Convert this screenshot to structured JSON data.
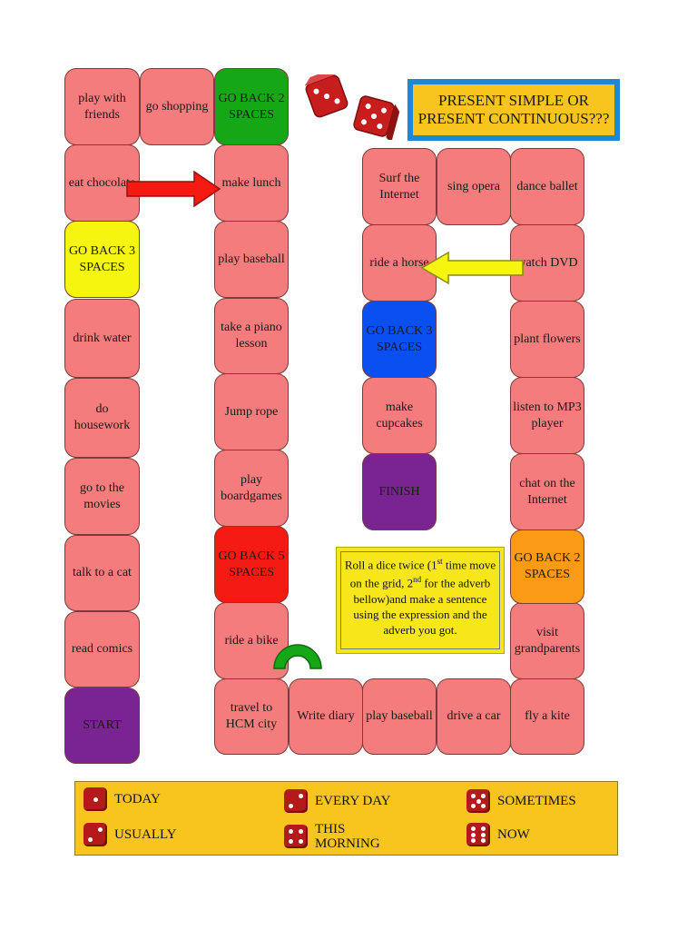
{
  "title": "PRESENT SIMPLE OR PRESENT CONTINUOUS???",
  "instructions": {
    "part1": "Roll a dice twice (1",
    "sup1": "st",
    "part2": " time move on the grid, 2",
    "sup2": "nd",
    "part3": " for the adverb bellow)and make a sentence using the expression and the adverb you got."
  },
  "squares": {
    "play_with_friends": "play with friends",
    "go_shopping": "go shopping",
    "go_back_2_top": "GO BACK 2 SPACES",
    "eat_chocolate": "eat chocolate",
    "make_lunch": "make lunch",
    "go_back_3_yellow": "GO BACK 3 SPACES",
    "play_baseball_1": "play baseball",
    "drink_water": "drink water",
    "take_piano_lesson": "take a piano lesson",
    "do_housework": "do housework",
    "jump_rope": "Jump rope",
    "go_to_movies": "go to the movies",
    "play_boardgames": "play boardgames",
    "talk_to_cat": "talk to a cat",
    "go_back_5": "GO BACK 5 SPACES",
    "read_comics": "read comics",
    "ride_bike": "ride a bike",
    "start": "START",
    "travel_hcm": "travel to HCM city",
    "write_diary": "Write diary",
    "play_baseball_2": "play baseball",
    "drive_car": "drive a car",
    "fly_kite": "fly a kite",
    "visit_grandparents": "visit grandparents",
    "go_back_2_orange": "GO BACK 2 SPACES",
    "chat_internet": "chat on the Internet",
    "listen_mp3": "listen to MP3 player",
    "plant_flowers": "plant flowers",
    "watch_dvd": "watch DVD",
    "dance_ballet": "dance ballet",
    "sing_opera": "sing opera",
    "surf_internet": "Surf the Internet",
    "ride_horse": "ride a horse",
    "go_back_3_blue": "GO BACK 3 SPACES",
    "make_cupcakes": "make cupcakes",
    "finish": "FINISH"
  },
  "legend": [
    {
      "die": 1,
      "label": "TODAY"
    },
    {
      "die": 2,
      "label": "EVERY DAY"
    },
    {
      "die": 5,
      "label": "SOMETIMES"
    },
    {
      "die": 2,
      "label": "USUALLY"
    },
    {
      "die": 4,
      "label": "THIS MORNING"
    },
    {
      "die": 6,
      "label": "NOW"
    }
  ],
  "colors": {
    "square": "#f47c7c",
    "go_back_green": "#16a716",
    "go_back_yellow": "#f5f50f",
    "go_back_red": "#f51a12",
    "go_back_blue": "#0a4ff0",
    "go_back_orange": "#fb9b15",
    "start_finish": "#7a2392",
    "legend_bg": "#f7c51e",
    "title_border": "#1e88d6",
    "die": "#b51a1a"
  },
  "icons": [
    "dice-icon",
    "red-arrow-icon",
    "yellow-arrow-icon",
    "green-arch-icon"
  ]
}
